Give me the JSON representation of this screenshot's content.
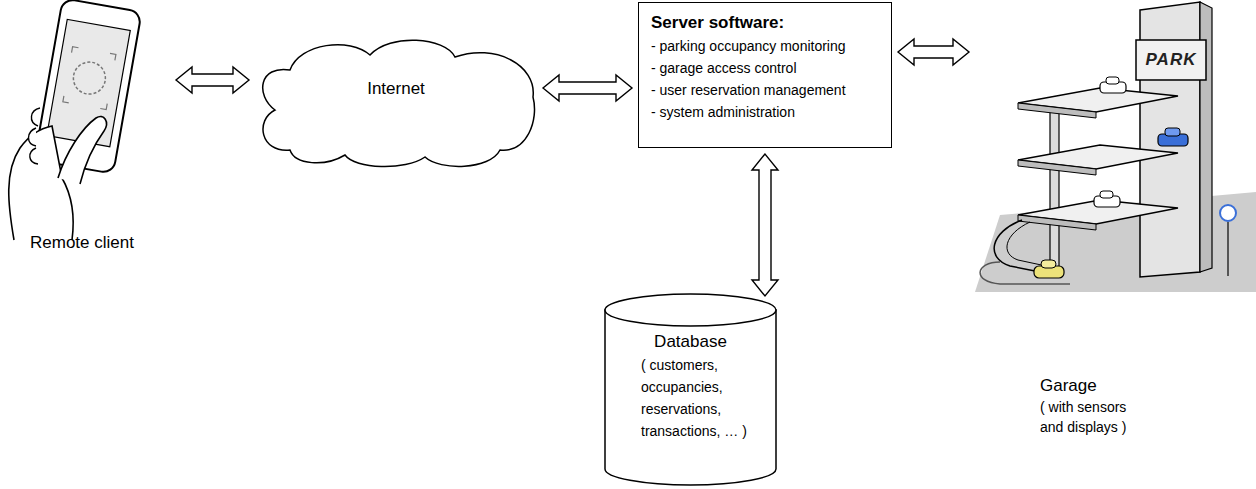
{
  "diagram": {
    "nodes": [
      {
        "text": [
          "Remote client"
        ]
      },
      {
        "text": [
          "Internet"
        ]
      },
      {
        "text": [
          "Server software:",
          "- parking occupancy monitoring",
          "- garage access control",
          "- user reservation management",
          "- system administration"
        ]
      },
      {
        "text": [
          "Garage",
          "( with sensors and displays )"
        ]
      },
      {
        "text": [
          "Database",
          "( customers, occupancies, reservations, transactions, … )"
        ]
      }
    ],
    "edges": [
      {
        "from": 0,
        "to": 1,
        "arrow": "both"
      },
      {
        "from": 1,
        "to": 2,
        "arrow": "both"
      },
      {
        "from": 2,
        "to": 3,
        "arrow": "both"
      },
      {
        "from": 2,
        "to": 4,
        "arrow": "both"
      }
    ],
    "labels": [
      "PARK"
    ]
  }
}
